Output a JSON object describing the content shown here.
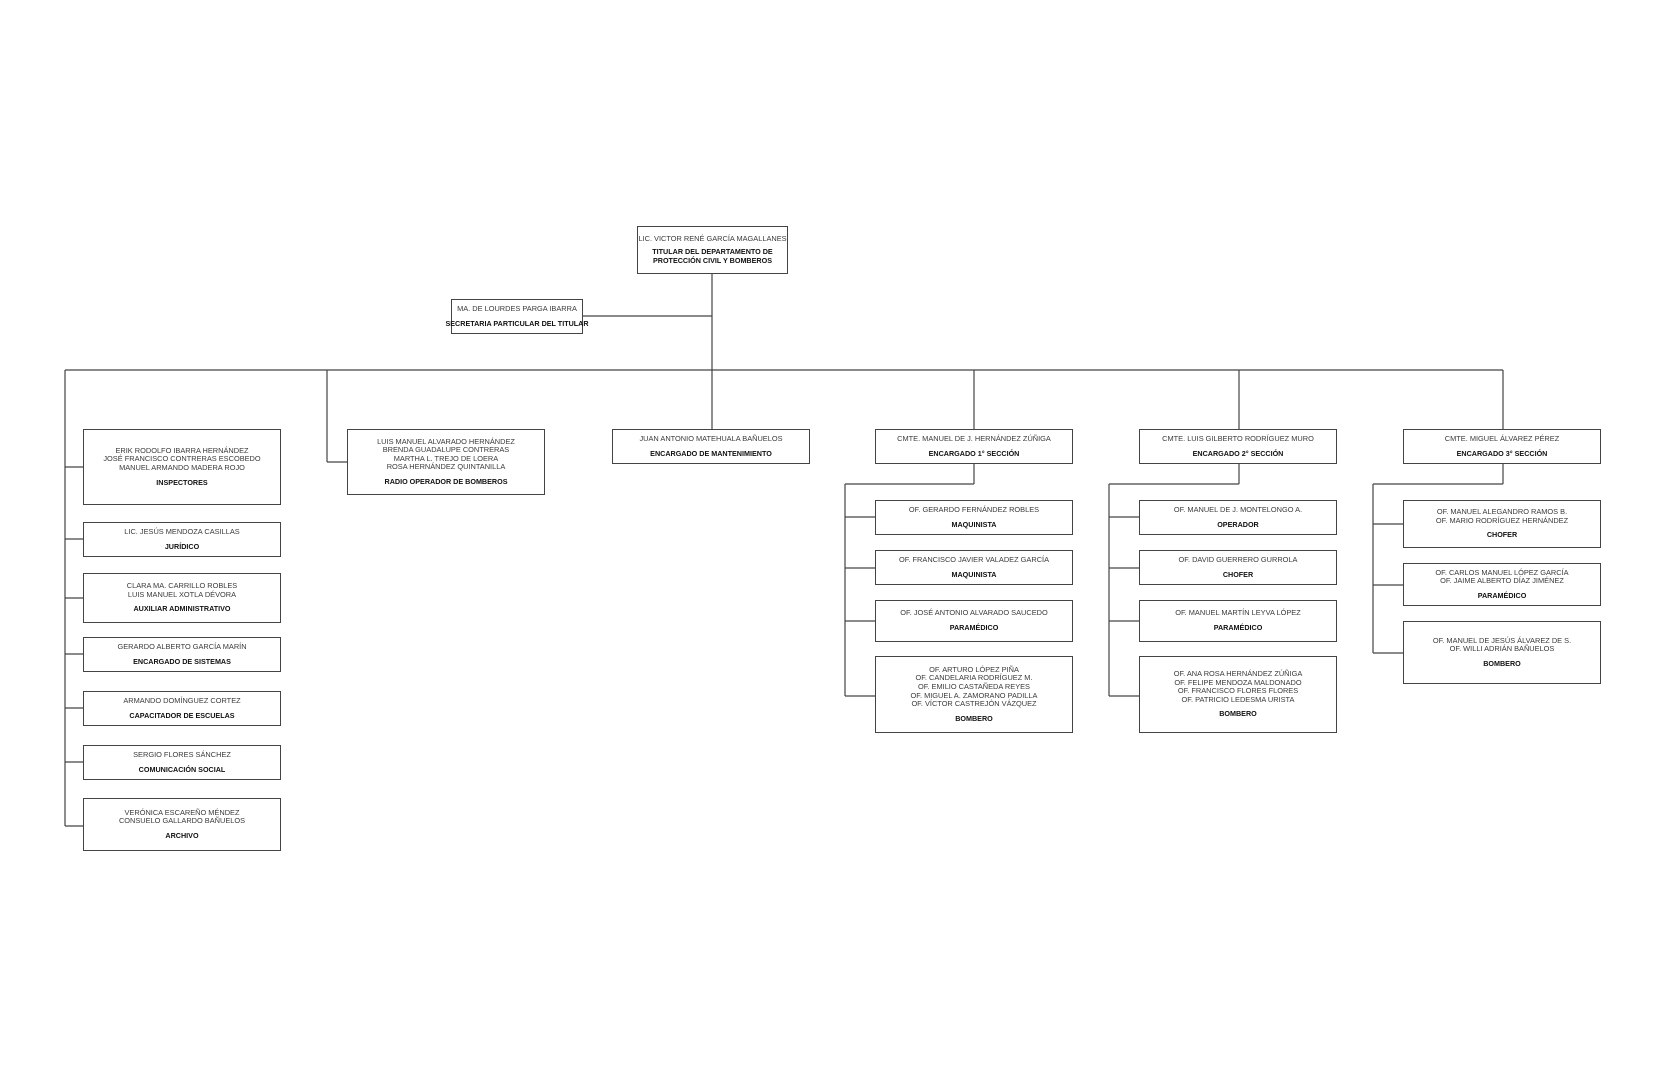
{
  "org_chart": {
    "head": {
      "names": [
        "LIC. VICTOR RENÉ GARCÍA MAGALLANES"
      ],
      "role_lines": [
        "TITULAR DEL DEPARTAMENTO DE",
        "PROTECCIÓN CIVIL Y BOMBEROS"
      ]
    },
    "secretary": {
      "names": [
        "MA. DE LOURDES PARGA IBARRA"
      ],
      "role": "SECRETARIA PARTICULAR DEL TITULAR"
    },
    "admin_units": [
      {
        "names": [
          "ERIK RODOLFO IBARRA HERNÁNDEZ",
          "JOSÉ FRANCISCO CONTRERAS ESCOBEDO",
          "MANUEL ARMANDO MADERA ROJO"
        ],
        "role": "INSPECTORES"
      },
      {
        "names": [
          "LIC. JESÚS MENDOZA CASILLAS"
        ],
        "role": "JURÍDICO"
      },
      {
        "names": [
          "CLARA MA. CARRILLO ROBLES",
          "LUIS MANUEL XOTLA DÉVORA"
        ],
        "role": "AUXILIAR ADMINISTRATIVO"
      },
      {
        "names": [
          "GERARDO ALBERTO GARCÍA MARÍN"
        ],
        "role": "ENCARGADO DE SISTEMAS"
      },
      {
        "names": [
          "ARMANDO DOMÍNGUEZ CORTEZ"
        ],
        "role": "CAPACITADOR DE ESCUELAS"
      },
      {
        "names": [
          "SERGIO FLORES SÁNCHEZ"
        ],
        "role": "COMUNICACIÓN SOCIAL"
      },
      {
        "names": [
          "VERÓNICA ESCAREÑO MÉNDEZ",
          "CONSUELO GALLARDO BAÑUELOS"
        ],
        "role": "ARCHIVO"
      }
    ],
    "radio": {
      "names": [
        "LUIS MANUEL ALVARADO HERNÁNDEZ",
        "BRENDA GUADALUPE CONTRERAS",
        "MARTHA L. TREJO DE LOERA",
        "ROSA HERNÁNDEZ QUINTANILLA"
      ],
      "role": "RADIO OPERADOR DE BOMBEROS"
    },
    "maintenance": {
      "names": [
        "JUAN ANTONIO MATEHUALA BAÑUELOS"
      ],
      "role": "ENCARGADO DE MANTENIMIENTO"
    },
    "sections": [
      {
        "head": {
          "names": [
            "CMTE. MANUEL DE J. HERNÁNDEZ ZÚÑIGA"
          ],
          "role": "ENCARGADO 1° SECCIÓN"
        },
        "members": [
          {
            "names": [
              "OF. GERARDO FERNÁNDEZ ROBLES"
            ],
            "role": "MAQUINISTA"
          },
          {
            "names": [
              "OF. FRANCISCO JAVIER VALADEZ GARCÍA"
            ],
            "role": "MAQUINISTA"
          },
          {
            "names": [
              "OF. JOSÉ ANTONIO ALVARADO SAUCEDO"
            ],
            "role": "PARAMÉDICO"
          },
          {
            "names": [
              "OF. ARTURO LÓPEZ PIÑA",
              "OF. CANDELARIA RODRÍGUEZ M.",
              "OF. EMILIO CASTAÑEDA REYES",
              "OF. MIGUEL A. ZAMORANO PADILLA",
              "OF. VÍCTOR CASTREJÓN VÁZQUEZ"
            ],
            "role": "BOMBERO"
          }
        ]
      },
      {
        "head": {
          "names": [
            "CMTE. LUIS GILBERTO RODRÍGUEZ MURO"
          ],
          "role": "ENCARGADO 2° SECCIÓN"
        },
        "members": [
          {
            "names": [
              "OF. MANUEL DE J. MONTELONGO A."
            ],
            "role": "OPERADOR"
          },
          {
            "names": [
              "OF. DAVID GUERRERO GURROLA"
            ],
            "role": "CHOFER"
          },
          {
            "names": [
              "OF. MANUEL MARTÍN LEYVA LÓPEZ"
            ],
            "role": "PARAMÉDICO"
          },
          {
            "names": [
              "OF. ANA ROSA HERNÁNDEZ ZÚÑIGA",
              "OF. FELIPE MENDOZA MALDONADO",
              "OF. FRANCISCO FLORES FLORES",
              "OF. PATRICIO LEDESMA URISTA"
            ],
            "role": "BOMBERO"
          }
        ]
      },
      {
        "head": {
          "names": [
            "CMTE. MIGUEL ÁLVAREZ PÉREZ"
          ],
          "role": "ENCARGADO 3° SECCIÓN"
        },
        "members": [
          {
            "names": [
              "OF. MANUEL ALEGANDRO RAMOS B.",
              "OF. MARIO RODRÍGUEZ HERNÁNDEZ"
            ],
            "role": "CHOFER"
          },
          {
            "names": [
              "OF. CARLOS MANUEL LÓPEZ GARCÍA",
              "OF. JAIME ALBERTO DÍAZ JIMÉNEZ"
            ],
            "role": "PARAMÉDICO"
          },
          {
            "names": [
              "OF. MANUEL DE JESÚS ÁLVAREZ DE S.",
              "OF. WILLI ADRIÁN BAÑUELOS"
            ],
            "role": "BOMBERO"
          }
        ]
      }
    ],
    "colors": {
      "line": "#444444",
      "box_border": "#444444",
      "text": "#333333",
      "role_text": "#111111"
    }
  }
}
